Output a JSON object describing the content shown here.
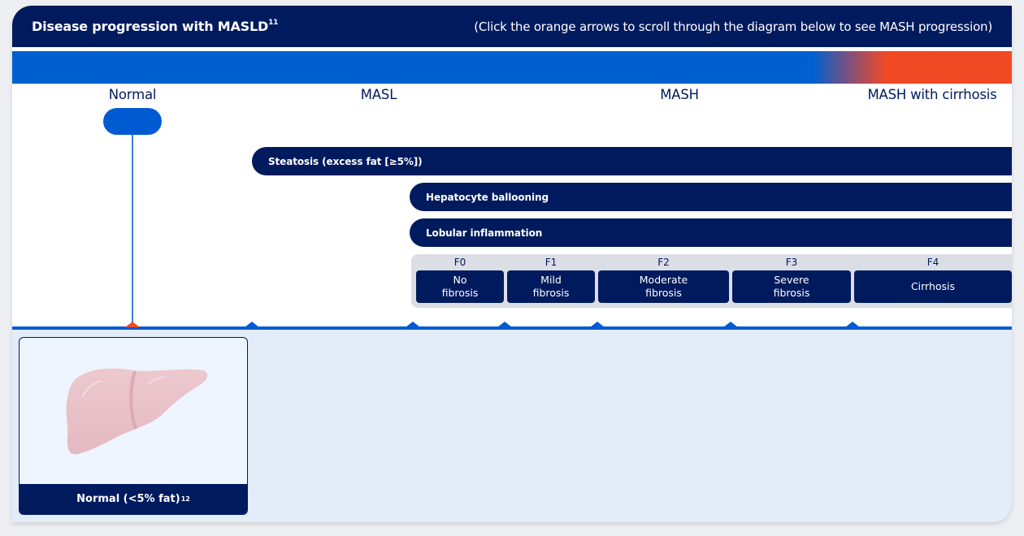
{
  "header": {
    "title": "Disease progression with MASLD",
    "title_ref": "11",
    "hint": "(Click the orange arrows to scroll through the diagram below to see MASH progression)"
  },
  "colors": {
    "navy": "#001a5e",
    "blue": "#005bd3",
    "orange": "#f04a24",
    "panel_gray": "#dcdee6",
    "lower_bg": "#e3edf9"
  },
  "stages": [
    {
      "label": "Normal"
    },
    {
      "label": "MASL"
    },
    {
      "label": "MASH"
    },
    {
      "label": "MASH with cirrhosis"
    }
  ],
  "features": [
    {
      "label": "Steatosis (excess fat [≥5%])"
    },
    {
      "label": "Hepatocyte ballooning"
    },
    {
      "label": "Lobular inflammation"
    }
  ],
  "fibrosis": [
    {
      "code": "F0",
      "label": "No\nfibrosis"
    },
    {
      "code": "F1",
      "label": "Mild\nfibrosis"
    },
    {
      "code": "F2",
      "label": "Moderate\nfibrosis"
    },
    {
      "code": "F3",
      "label": "Severe\nfibrosis"
    },
    {
      "code": "F4",
      "label": "Cirrhosis"
    }
  ],
  "timeline": {
    "marker_count": 7,
    "active_marker": 0
  },
  "detail_card": {
    "caption": "Normal (<5% fat)",
    "caption_ref": "12",
    "image": "normal-liver"
  }
}
